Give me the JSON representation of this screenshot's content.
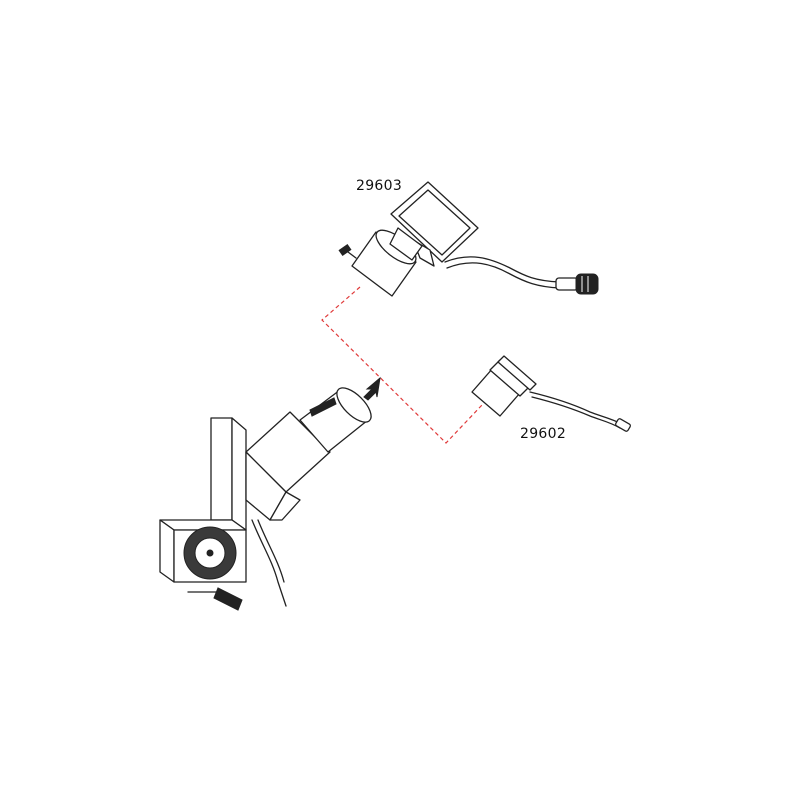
{
  "parts": [
    {
      "id": "29603",
      "label": "29603"
    },
    {
      "id": "29602",
      "label": "29602"
    }
  ],
  "colors": {
    "line": "#222222",
    "connector": "#e03a3a",
    "background": "#ffffff"
  }
}
